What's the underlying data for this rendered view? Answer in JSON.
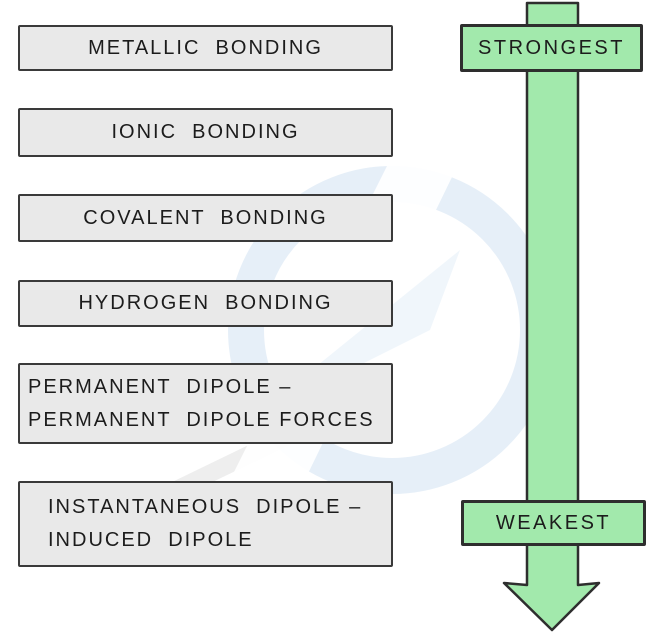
{
  "boxes": [
    {
      "line1": "METALLIC  BONDING"
    },
    {
      "line1": "IONIC  BONDING"
    },
    {
      "line1": "COVALENT  BONDING"
    },
    {
      "line1": "HYDROGEN  BONDING"
    },
    {
      "line1": "PERMANENT  DIPOLE –",
      "line2": "PERMANENT  DIPOLE FORCES"
    },
    {
      "line1": "INSTANTANEOUS  DIPOLE –",
      "line2": "INDUCED  DIPOLE"
    }
  ],
  "arrow": {
    "top_label": "STRONGEST",
    "bottom_label": "WEAKEST"
  },
  "colors": {
    "arrow_fill": "#a2e9ac",
    "arrow_outline": "#2e2e2e",
    "box_fill": "#e9e9e9",
    "box_border": "#3a3a3a",
    "text": "#1c1c1c",
    "watermark_blue": "#ddeaf6"
  }
}
